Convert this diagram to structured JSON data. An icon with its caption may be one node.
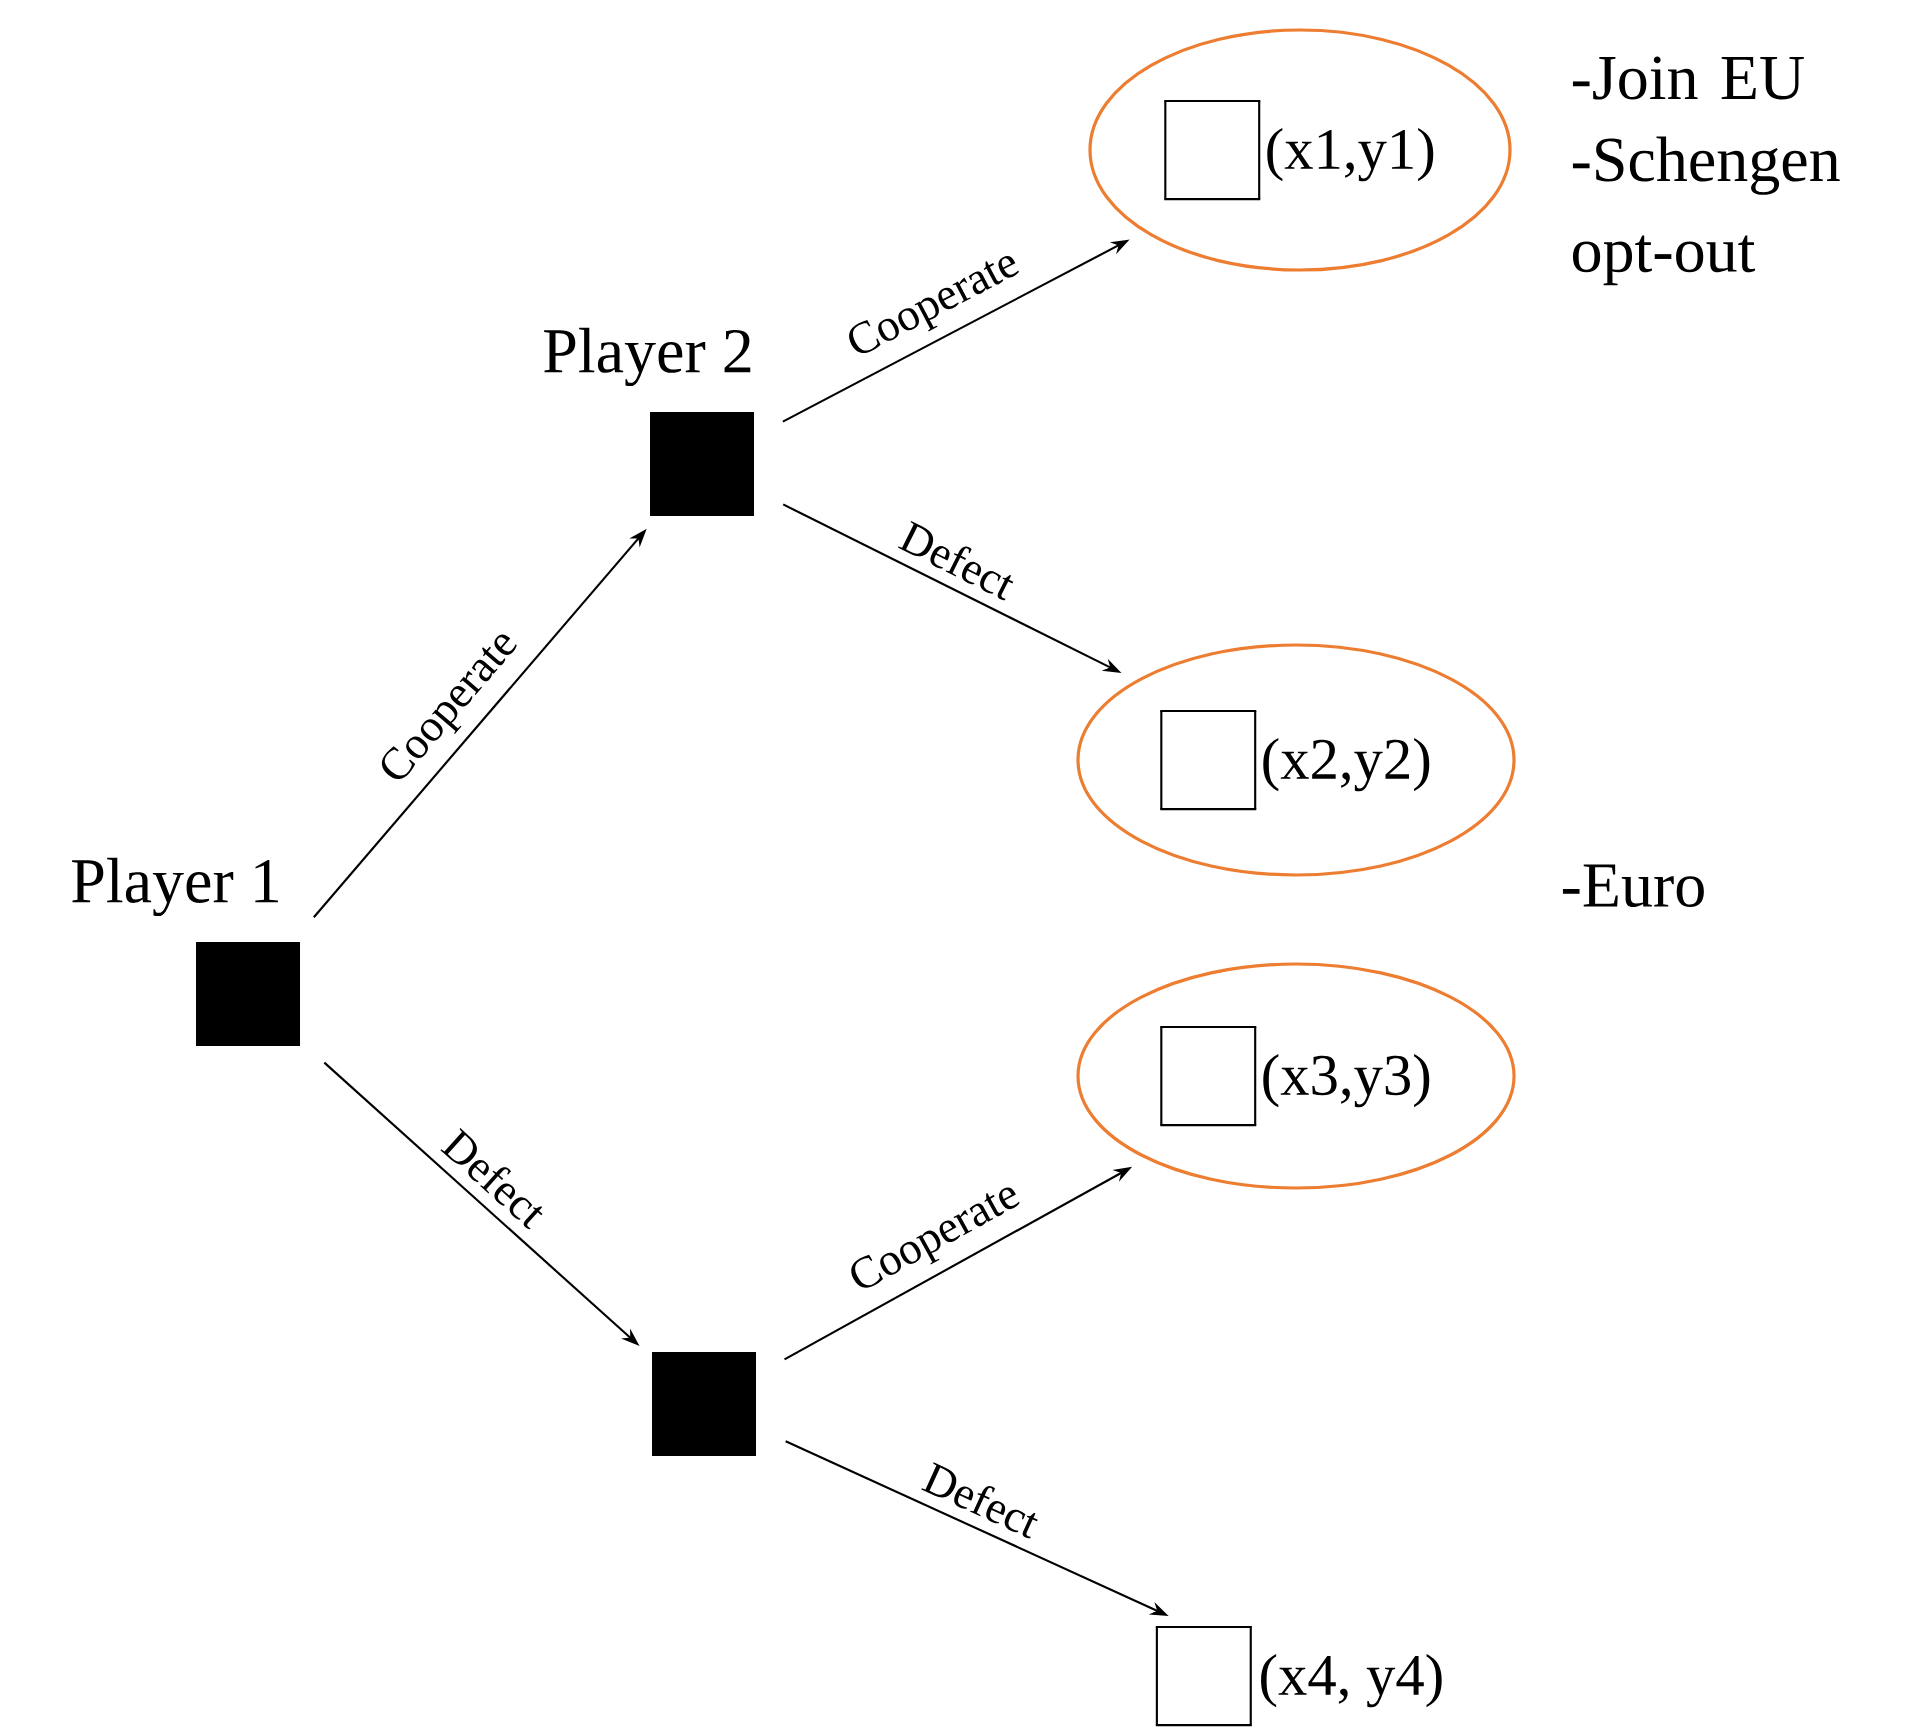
{
  "diagram": {
    "nodes": [
      {
        "text": [
          "Player 1"
        ]
      },
      {
        "text": [
          "Player 2"
        ]
      },
      {
        "text": [],
        "shape": "box"
      },
      {
        "text": [
          "(x1,y1)"
        ]
      },
      {
        "text": [
          "(x2,y2)"
        ]
      },
      {
        "text": [
          "(x3,y3)"
        ]
      },
      {
        "text": [
          "(x4, y4)"
        ]
      }
    ],
    "edges": [
      {
        "from": 0,
        "to": 1,
        "arrow": "to",
        "label": "Cooperate"
      },
      {
        "from": 0,
        "to": 2,
        "arrow": "to",
        "label": "Defect"
      },
      {
        "from": 1,
        "to": 3,
        "arrow": "to",
        "label": "Cooperate"
      },
      {
        "from": 1,
        "to": 4,
        "arrow": "to",
        "label": "Defect"
      },
      {
        "from": 2,
        "to": 5,
        "arrow": "to",
        "label": "Cooperate"
      },
      {
        "from": 2,
        "to": 6,
        "arrow": "to",
        "label": "Defect"
      }
    ],
    "labels": [
      "-Join EU",
      "-Schengen opt-out",
      "-Euro"
    ]
  }
}
